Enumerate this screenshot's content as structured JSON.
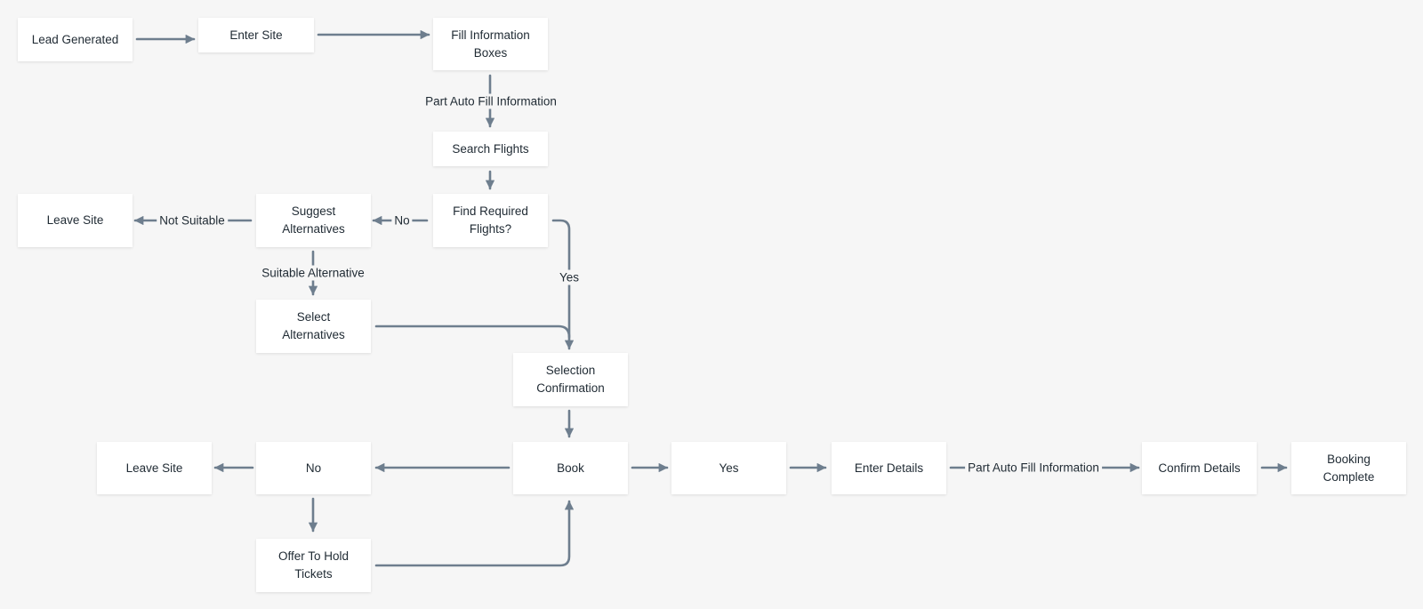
{
  "colors": {
    "background": "#f6f6f6",
    "node_fill": "#ffffff",
    "edge": "#6e7e8e",
    "text": "#1f2a33"
  },
  "nodes": {
    "lead_generated": "Lead Generated",
    "enter_site": "Enter Site",
    "fill_info": "Fill Information Boxes",
    "search_flights": "Search Flights",
    "find_required": "Find Required Flights?",
    "suggest_alternatives": "Suggest Alternatives",
    "leave_site_top": "Leave Site",
    "select_alternatives": "Select Alternatives",
    "selection_confirmation": "Selection Confirmation",
    "book": "Book",
    "no": "No",
    "leave_site_bottom": "Leave Site",
    "offer_hold": "Offer To Hold Tickets",
    "yes": "Yes",
    "enter_details": "Enter Details",
    "confirm_details": "Confirm Details",
    "booking_complete": "Booking Complete"
  },
  "edge_labels": {
    "part_auto_fill_top": "Part Auto Fill Information",
    "no_label": "No",
    "not_suitable": "Not Suitable",
    "yes_label": "Yes",
    "suitable_alternative": "Suitable Alternative",
    "part_auto_fill_bottom": "Part Auto Fill Information"
  }
}
